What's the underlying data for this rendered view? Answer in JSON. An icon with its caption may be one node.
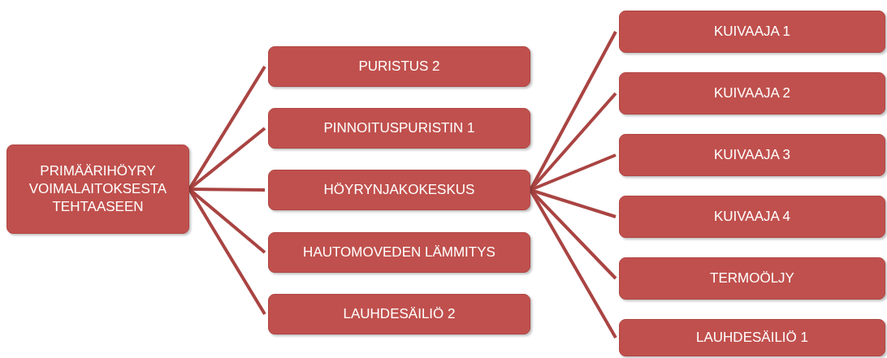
{
  "diagram": {
    "nodes": [
      {
        "text": [
          "PRIMÄÄRIHÖYRY VOIMALAITOKSESTA TEHTAASEEN"
        ]
      },
      {
        "text": [
          "PURISTUS 2"
        ]
      },
      {
        "text": [
          "PINNOITUSPURISTIN 1"
        ]
      },
      {
        "text": [
          "HÖYRYNJAKOKESKUS"
        ]
      },
      {
        "text": [
          "HAUTOMOVEDEN LÄMMITYS"
        ]
      },
      {
        "text": [
          "LAUHDESÄILIÖ 2"
        ]
      },
      {
        "text": [
          "KUIVAAJA 1"
        ]
      },
      {
        "text": [
          "KUIVAAJA 2"
        ]
      },
      {
        "text": [
          "KUIVAAJA 3"
        ]
      },
      {
        "text": [
          "KUIVAAJA 4"
        ]
      },
      {
        "text": [
          "TERMOÖLJY"
        ]
      },
      {
        "text": [
          "LAUHDESÄILIÖ 1"
        ]
      }
    ],
    "edges": [
      {
        "from": 0,
        "to": 1,
        "arrow": "none"
      },
      {
        "from": 0,
        "to": 2,
        "arrow": "none"
      },
      {
        "from": 0,
        "to": 3,
        "arrow": "none"
      },
      {
        "from": 0,
        "to": 4,
        "arrow": "none"
      },
      {
        "from": 0,
        "to": 5,
        "arrow": "none"
      },
      {
        "from": 3,
        "to": 6,
        "arrow": "none"
      },
      {
        "from": 3,
        "to": 7,
        "arrow": "none"
      },
      {
        "from": 3,
        "to": 8,
        "arrow": "none"
      },
      {
        "from": 3,
        "to": 9,
        "arrow": "none"
      },
      {
        "from": 3,
        "to": 10,
        "arrow": "none"
      },
      {
        "from": 3,
        "to": 11,
        "arrow": "none"
      }
    ]
  }
}
